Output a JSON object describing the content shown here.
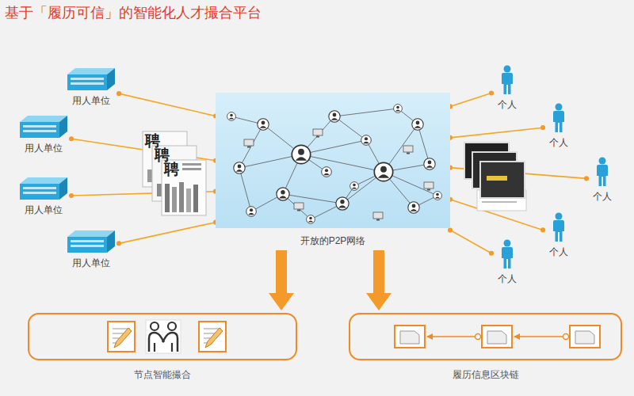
{
  "diagram": {
    "title": "基于「履历可信」的智能化人才撮合平台",
    "nodes": [
      {
        "text": [
          "用人单位"
        ]
      },
      {
        "text": [
          "用人单位"
        ]
      },
      {
        "text": [
          "用人单位"
        ]
      },
      {
        "text": [
          "用人单位"
        ]
      },
      {
        "text": [
          "开放的P2P网络"
        ]
      },
      {
        "text": [
          "个人"
        ]
      },
      {
        "text": [
          "个人"
        ]
      },
      {
        "text": [
          "个人"
        ]
      },
      {
        "text": [
          "个人"
        ]
      },
      {
        "text": [
          "个人"
        ]
      },
      {
        "text": [
          "节点智能撮合"
        ]
      },
      {
        "text": [
          "履历信息区块链"
        ]
      }
    ],
    "edges": [
      {
        "from": 0,
        "to": 4,
        "arrow": "none"
      },
      {
        "from": 1,
        "to": 4,
        "arrow": "none"
      },
      {
        "from": 2,
        "to": 4,
        "arrow": "none"
      },
      {
        "from": 3,
        "to": 4,
        "arrow": "none"
      },
      {
        "from": 5,
        "to": 4,
        "arrow": "none"
      },
      {
        "from": 6,
        "to": 4,
        "arrow": "none"
      },
      {
        "from": 7,
        "to": 4,
        "arrow": "none"
      },
      {
        "from": 8,
        "to": 4,
        "arrow": "none"
      },
      {
        "from": 9,
        "to": 4,
        "arrow": "none"
      },
      {
        "from": 4,
        "to": 10,
        "arrow": "to"
      },
      {
        "from": 4,
        "to": 11,
        "arrow": "to"
      }
    ],
    "labels": [
      "聘",
      "聘",
      "聘"
    ]
  }
}
